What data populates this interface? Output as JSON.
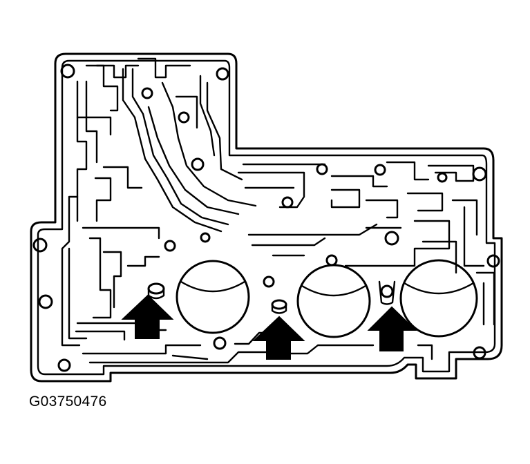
{
  "figure": {
    "code": "G03750476"
  },
  "colors": {
    "ink": "#000000",
    "paper": "#ffffff"
  },
  "callouts": [
    {
      "icon": "arrow-up-icon",
      "target": "check-ball-left"
    },
    {
      "icon": "arrow-up-icon",
      "target": "check-ball-middle"
    },
    {
      "icon": "arrow-up-icon",
      "target": "check-ball-right"
    }
  ]
}
